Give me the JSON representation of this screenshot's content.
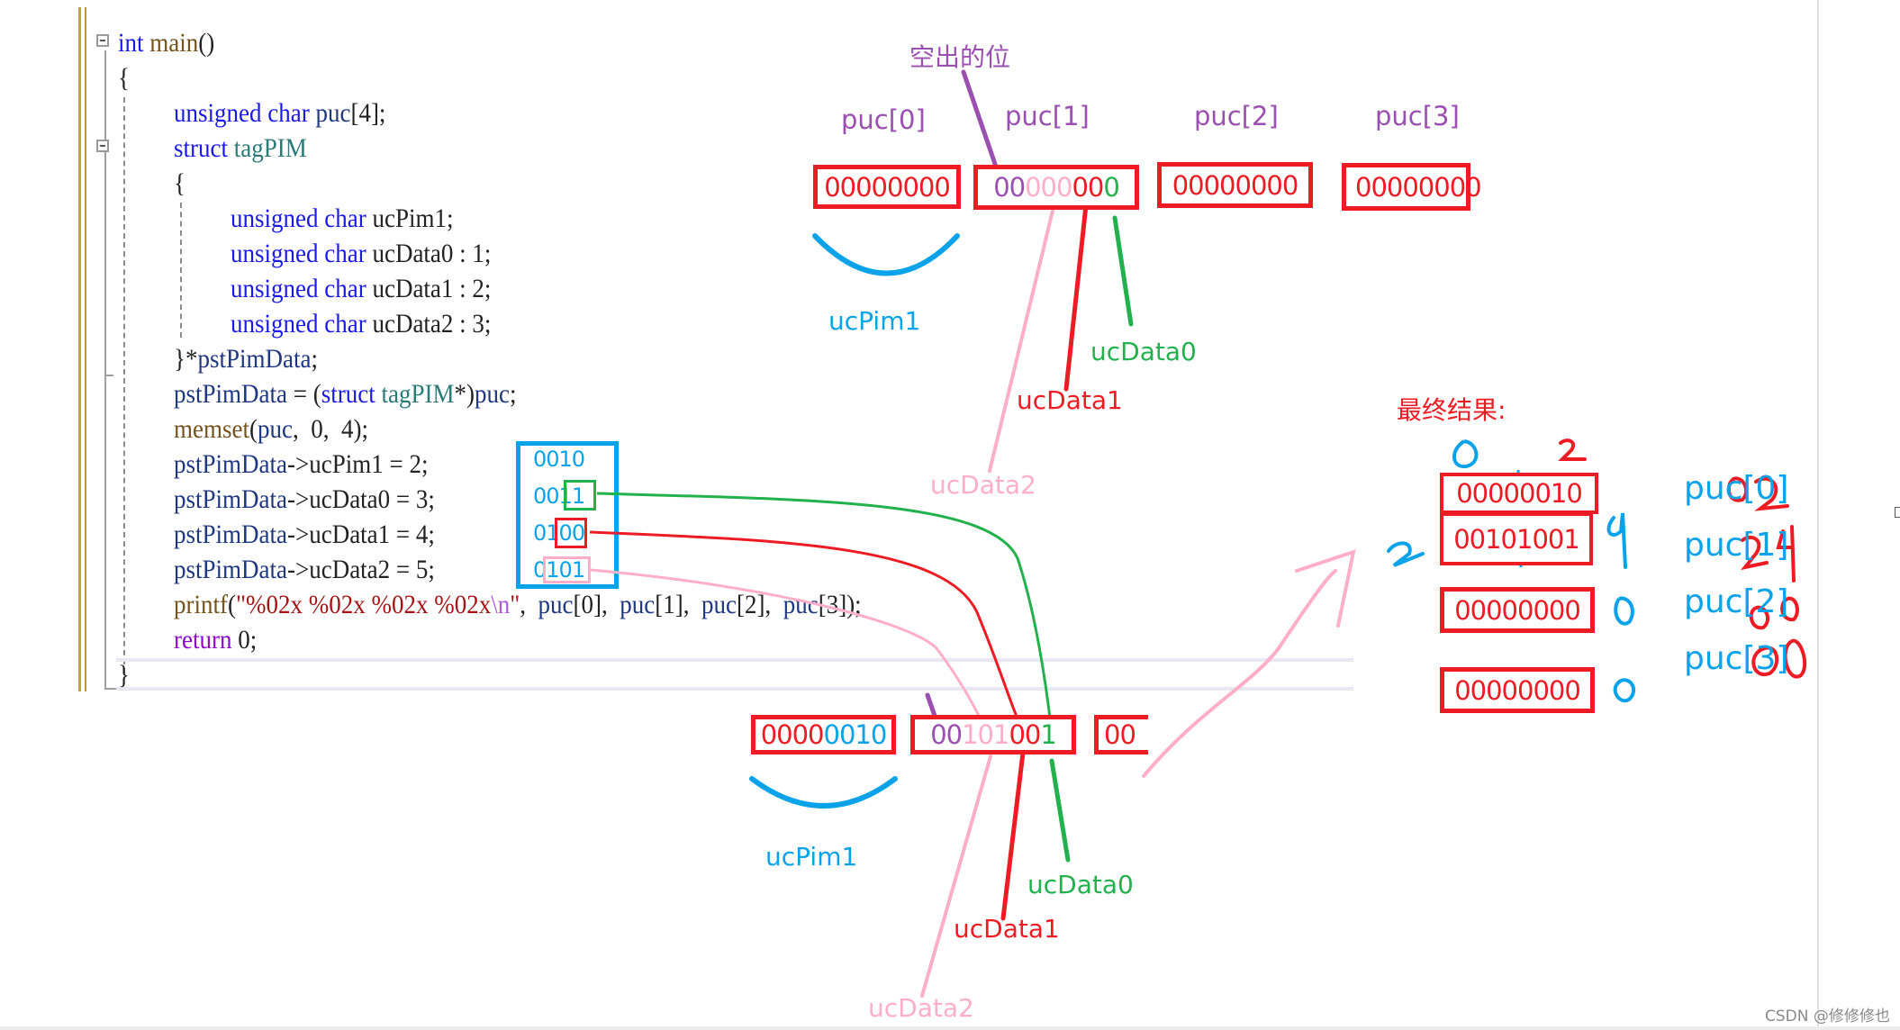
{
  "code_editor": {
    "lines": [
      {
        "segments": [
          [
            "kw",
            "int"
          ],
          [
            "fn",
            " main"
          ],
          [
            "",
            "()"
          ]
        ]
      },
      {
        "segments": [
          [
            "",
            "{"
          ]
        ]
      },
      {
        "segments": [
          [
            "kw",
            "unsigned char "
          ],
          [
            "var",
            "puc"
          ],
          [
            "",
            "[4];"
          ]
        ]
      },
      {
        "segments": [
          [
            "kw",
            "struct "
          ],
          [
            "ty",
            "tagPIM"
          ]
        ]
      },
      {
        "segments": [
          [
            "",
            "{"
          ]
        ]
      },
      {
        "segments": [
          [
            "kw",
            "unsigned char "
          ],
          [
            "",
            "ucPim1;"
          ]
        ]
      },
      {
        "segments": [
          [
            "kw",
            "unsigned char "
          ],
          [
            "",
            "ucData0 : 1;"
          ]
        ]
      },
      {
        "segments": [
          [
            "kw",
            "unsigned char "
          ],
          [
            "",
            "ucData1 : 2;"
          ]
        ]
      },
      {
        "segments": [
          [
            "kw",
            "unsigned char "
          ],
          [
            "",
            "ucData2 : 3;"
          ]
        ]
      },
      {
        "segments": [
          [
            "",
            "}*"
          ],
          [
            "var",
            "pstPimData"
          ],
          [
            "",
            ";"
          ]
        ]
      },
      {
        "segments": [
          [
            "var",
            "pstPimData"
          ],
          [
            "",
            " = ("
          ],
          [
            "kw",
            "struct "
          ],
          [
            "ty",
            "tagPIM"
          ],
          [
            "",
            "*)"
          ],
          [
            "var",
            "puc"
          ],
          [
            "",
            ";"
          ]
        ]
      },
      {
        "segments": [
          [
            "fn",
            "memset"
          ],
          [
            "",
            "("
          ],
          [
            "var",
            "puc"
          ],
          [
            "",
            ",  0,  4);"
          ]
        ]
      },
      {
        "segments": [
          [
            "var",
            "pstPimData"
          ],
          [
            "",
            "->ucPim1 = 2;"
          ]
        ]
      },
      {
        "segments": [
          [
            "var",
            "pstPimData"
          ],
          [
            "",
            "->ucData0 = 3;"
          ]
        ]
      },
      {
        "segments": [
          [
            "var",
            "pstPimData"
          ],
          [
            "",
            "->ucData1 = 4;"
          ]
        ]
      },
      {
        "segments": [
          [
            "var",
            "pstPimData"
          ],
          [
            "",
            "->ucData2 = 5;"
          ]
        ]
      },
      {
        "segments": [
          [
            "fn",
            "printf"
          ],
          [
            "",
            "("
          ],
          [
            "str",
            "\"%02x %02x %02x %02x"
          ],
          [
            "esc",
            "\\n"
          ],
          [
            "str",
            "\""
          ],
          [
            "",
            ",  "
          ],
          [
            "var",
            "puc"
          ],
          [
            "",
            "[0],  "
          ],
          [
            "var",
            "puc"
          ],
          [
            "",
            "[1],  "
          ],
          [
            "var",
            "puc"
          ],
          [
            "",
            "[2],  "
          ],
          [
            "var",
            "puc"
          ],
          [
            "",
            "[3]);"
          ]
        ]
      },
      {
        "segments": [
          [
            "ret",
            "return"
          ],
          [
            "",
            " 0;"
          ]
        ]
      },
      {
        "segments": [
          [
            "",
            "}"
          ]
        ]
      }
    ]
  },
  "assignment_binaries": {
    "ucPim1": "0010",
    "ucData0": {
      "prefix": "001",
      "highlight": "1"
    },
    "ucData1": {
      "prefix": "01",
      "highlight": "00"
    },
    "ucData2": {
      "prefix": "0",
      "highlight": "101"
    }
  },
  "top_diagram": {
    "unused_bits_label": "空出的位",
    "bytes": [
      {
        "label": "puc[0]",
        "bits": "00000000"
      },
      {
        "label": "puc[1]",
        "bits_parts": [
          [
            "purple",
            "00"
          ],
          [
            "pink",
            "000"
          ],
          [
            "red",
            "00"
          ],
          [
            "green",
            "0"
          ]
        ]
      },
      {
        "label": "puc[2]",
        "bits": "00000000"
      },
      {
        "label": "puc[3]",
        "bits": "00000000"
      }
    ],
    "field_labels": {
      "ucPim1": "ucPim1",
      "ucData0": "ucData0",
      "ucData1": "ucData1",
      "ucData2": "ucData2"
    }
  },
  "bottom_diagram": {
    "byte0": {
      "base": "0000",
      "overlay": "0010"
    },
    "byte1": {
      "parts": [
        [
          "purple",
          "00"
        ],
        [
          "pink",
          "101"
        ],
        [
          "red",
          "00"
        ],
        [
          "green",
          "1"
        ]
      ]
    },
    "byte2_partial": "00",
    "field_labels": {
      "ucPim1": "ucPim1",
      "ucData0": "ucData0",
      "ucData1": "ucData1",
      "ucData2": "ucData2"
    }
  },
  "final_result": {
    "title": "最终结果:",
    "nibble_marks": {
      "top_left": "0",
      "top_right": "2",
      "mid_left": "2",
      "mid_right": "9"
    },
    "rows": [
      {
        "bits": "00000010",
        "label": "puc[0]",
        "hex": "02",
        "side_mark": ""
      },
      {
        "bits": "00101001",
        "label": "puc[1]",
        "hex": "29",
        "side_mark": ""
      },
      {
        "bits": "00000000",
        "label": "puc[2]",
        "hex": "00",
        "side_mark": "0"
      },
      {
        "bits": "00000000",
        "label": "puc[3]",
        "hex": "00",
        "side_mark": "0"
      }
    ]
  },
  "colors": {
    "box_red": "#ed1c24",
    "ucPim1_blue": "#0aa2e8",
    "ucData0_green": "#22b14c",
    "ucData1_red": "#ed1c24",
    "ucData2_pink": "#ffaec9",
    "unused_purple": "#9b4fb0"
  },
  "watermark": "CSDN @修修修也"
}
